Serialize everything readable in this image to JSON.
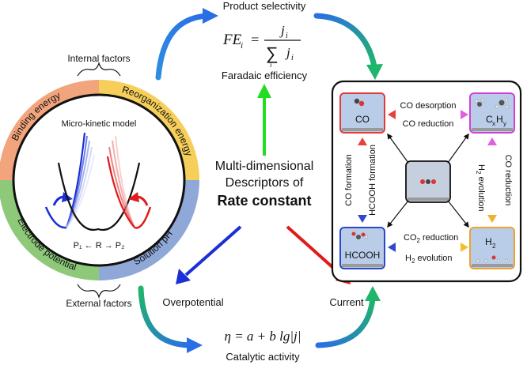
{
  "center": {
    "line1": "Multi-dimensional",
    "line2": "Descriptors of",
    "line3": "Rate constant"
  },
  "top": {
    "title": "Product selectivity",
    "formula_lhs": "FE",
    "formula_lhs_sub": "i",
    "formula_num": "j",
    "formula_num_sub": "i",
    "formula_den_sigma": "∑",
    "formula_den_sub": "i",
    "formula_den": "j",
    "formula_den_sub2": "i",
    "subtitle": "Faradaic efficiency"
  },
  "left_panel": {
    "internal_label": "Internal factors",
    "external_label": "External factors",
    "ring": {
      "binding": "Binding energy",
      "reorganization": "Reorganization energy",
      "electrode": "Electrode potential",
      "ph": "Solution pH"
    },
    "inner_title": "Micro-kinetic model",
    "path_label": "P₁ ← R → P₂"
  },
  "bottom": {
    "overpotential": "Overpotential",
    "current": "Current",
    "formula": "η = a + b lg|j|",
    "subtitle": "Catalytic activity"
  },
  "right_panel": {
    "nodes": {
      "co": "CO",
      "cxhy_main": "C",
      "cxhy_sub1": "x",
      "cxhy_mid": "H",
      "cxhy_sub2": "y",
      "hcooh": "HCOOH",
      "h2_main": "H",
      "h2_sub": "2"
    },
    "edges": {
      "co_desorption": "CO desorption",
      "co_reduction_top": "CO reduction",
      "co_formation": "CO formation",
      "hcooh_formation": "HCOOH formation",
      "co_reduction_right": "CO reduction",
      "h2_evolution_right_main": "H",
      "h2_evolution_right_sub": "2",
      "h2_evolution_right_tail": " evolution",
      "co2_reduction_main": "CO",
      "co2_reduction_sub": "2",
      "co2_reduction_tail": " reduction",
      "h2_evolution_bottom_main": "H",
      "h2_evolution_bottom_sub": "2",
      "h2_evolution_bottom_tail": " evolution"
    }
  },
  "colors": {
    "binding": "#f2a47c",
    "reorganization": "#f6cf5a",
    "electrode": "#8ec97a",
    "ph": "#8fa8d8",
    "node_bg": "#b9cde8",
    "co_border": "#e03a3a",
    "cxhy_border": "#d23fd8",
    "hcooh_border": "#2b49c9",
    "h2_border": "#f0a030",
    "green_arrow": "#22dd22",
    "blue_arrow": "#1a2fd6",
    "red_arrow": "#e11a1a"
  }
}
